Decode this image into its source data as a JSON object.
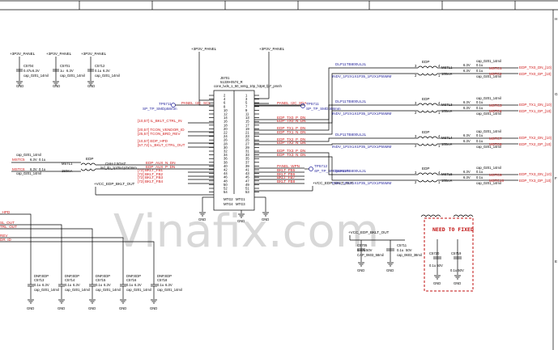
{
  "watermark": "Vinafix.com",
  "frame_labels": [
    "H",
    "G",
    "F",
    "E"
  ],
  "power_nets": {
    "p1": "+3P3V_PANEL",
    "vcc": "+VCC_EDP_BKLT_OUT",
    "gnd": "GND"
  },
  "connector": {
    "ref": "J5701",
    "part": "51339-0574_R",
    "desc": "conn_lvds_1_50_smtg_10p_h3p8_fp7_pmnh",
    "mtg": [
      "MTG2",
      "MTG1",
      "MTG4",
      "MTG3"
    ]
  },
  "testpoints": [
    {
      "ref": "TP5711",
      "part": "SP_TP_SMDp58mm"
    },
    {
      "ref": "TP5711",
      "part": "SP_TP_SMDp58mm"
    },
    {
      "ref": "TP5712",
      "part": "SP_TP_SMDp58mm"
    }
  ],
  "left_nets": [
    "PANEL_I2C_SCL",
    "[10,57] IL_BKLT_CTRL_IN",
    "[20,57] TCON_VENDOR_ID",
    "[25,57] TCON_BRD_REV",
    "[10,57] EDP_HPD",
    "[57,72] L_BKLT_CTRL_OUT",
    "EDP_AUX_N_DN",
    "EDP_AUX_P_DN",
    "[72] BKLT_FB1",
    "[72] BKLT_FB2",
    "[72] BKLT_FB3",
    "[72] BKLT_FB4"
  ],
  "right_nets": [
    "PANEL_I2C_SDA",
    "EDP_TX0_P_DN",
    "EDP_TX0_N_DN",
    "EDP_TX1_P_DN",
    "EDP_TX1_N_DN",
    "EDP_TX2_P_DN",
    "EDP_TX2_N_DN",
    "EDP_TX3_P_DN",
    "EDP_TX3_N_DN",
    "PANEL_WPN",
    "BKLT_FB5",
    "BKLT_FB6",
    "BKLT_FB7",
    "BKLT_FB8"
  ],
  "pins_left": [
    "2",
    "4",
    "6",
    "8",
    "10",
    "12",
    "14",
    "16",
    "18",
    "20",
    "22",
    "24",
    "26",
    "28",
    "30",
    "32",
    "34",
    "36",
    "38",
    "40",
    "42",
    "44",
    "46",
    "48",
    "50",
    "52",
    "54"
  ],
  "pins_right": [
    "1",
    "3",
    "5",
    "7",
    "9",
    "11",
    "13",
    "15",
    "17",
    "19",
    "21",
    "23",
    "25",
    "27",
    "29",
    "31",
    "33",
    "35",
    "37",
    "39",
    "41",
    "43",
    "45",
    "47",
    "49",
    "51",
    "53"
  ],
  "top_caps": [
    {
      "ref": "C5704",
      "val": "0.47u",
      "v": "6.3V",
      "pkg": "cap_0201_14mil"
    },
    {
      "ref": "C5701",
      "val": "1u",
      "v": "6.3V",
      "pkg": "cap_0201_14mil"
    },
    {
      "ref": "C5712",
      "val": "0.1u",
      "v": "6.3V",
      "pkg": "cap_0201_14mil"
    }
  ],
  "cmc_chains": [
    {
      "edp_label": "EDP",
      "mstl": "MSTL1",
      "ohm": "100mA",
      "part1": "DLP11TB800UL2L",
      "part2": "INDV_1P2X1X1P35_1P2X1P55MM",
      "c1": "MSTC1",
      "c2": "MSTC2",
      "out1": "EDP_TX0_DN_[10]",
      "out2": "EDP_TX0_DP_[10]"
    },
    {
      "edp_label": "EDP",
      "mstl": "MSTL3",
      "ohm": "100mA",
      "part1": "DLP11TB800UL2L",
      "part2": "INDV_1P2X1X1P35_1P2X1P55MM",
      "c1": "MSTC3",
      "c2": "MSTC4",
      "out1": "EDP_TX1_DN_[10]",
      "out2": "EDP_TX1_DP_[10]"
    },
    {
      "edp_label": "EDP",
      "mstl": "MSTL4",
      "ohm": "100mA",
      "part1": "DLP11TB800UL2L",
      "part2": "INDV_1P2X1X1P35_1P2X1P55MM",
      "c1": "MSTC7",
      "c2": "MSTC8",
      "out1": "EDP_TX2_DN_[10]",
      "out2": "EDP_TX2_DP_[10]"
    },
    {
      "edp_label": "EDP",
      "mstl": "MSTL5",
      "ohm": "100mA",
      "part1": "DLP11TB800UL2L",
      "part2": "INDV_1P2X1X1P35_1P2X1P55MM",
      "c1": "MSTC9",
      "c2": "MSTC10",
      "out1": "EDP_TX3_DN_[10]",
      "out2": "EDP_TX3_DP_[10]"
    }
  ],
  "cap_series": {
    "pkg": "cap_0201_14mil",
    "v": "6.3V",
    "val": "0.1u"
  },
  "aux_chain": {
    "pkg": "cap_0201_14mil",
    "v": "6.3V",
    "val": "0.1u",
    "c1": "MSTC5",
    "c2": "MSTC6",
    "edp": "EDP",
    "mstl": "MSTL1",
    "cmc": "CHH-2.5GHZ",
    "cmc_pkg": "ind_dp_1p25x1p2x0mm",
    "ohm": "150mA"
  },
  "bottom_left_nets": [
    "_HPD",
    "SL_OUT",
    "TRL_OUT",
    "REV",
    "DR_ID"
  ],
  "bottom_caps": [
    {
      "dnp": "DNP,EDP",
      "ref": "C5713",
      "val": "0.1u",
      "v": "6.3V",
      "pkg": "cap_0201_14mil"
    },
    {
      "dnp": "DNP,EDP",
      "ref": "C5714",
      "val": "0.1u",
      "v": "6.3V",
      "pkg": "cap_0201_14mil"
    },
    {
      "dnp": "DNP,EDP",
      "ref": "C5715",
      "val": "0.1u",
      "v": "6.3V",
      "pkg": "cap_0201_14mil"
    },
    {
      "dnp": "DNP,EDP",
      "ref": "C5716",
      "val": "0.1u",
      "v": "6.3V",
      "pkg": "cap_0201_14mil"
    },
    {
      "dnp": "DNP,EDP",
      "ref": "C5718",
      "val": "0.1u",
      "v": "6.3V",
      "pkg": "cap_0201_14mil"
    }
  ],
  "bkl_caps": [
    {
      "ref": "C5705",
      "val": "0.47u",
      "v": "50V",
      "pkg": "CAP_0603_58mil"
    },
    {
      "ref": "C5711",
      "val": "0.1u",
      "v": "50V",
      "pkg": "cap_0603_38mil"
    }
  ],
  "need_fixed": {
    "label": "NEED TO FIXED",
    "c1": "C5720",
    "c2": "C5719",
    "v1": "0.1u 50V",
    "v2": "0.1u 50V"
  }
}
